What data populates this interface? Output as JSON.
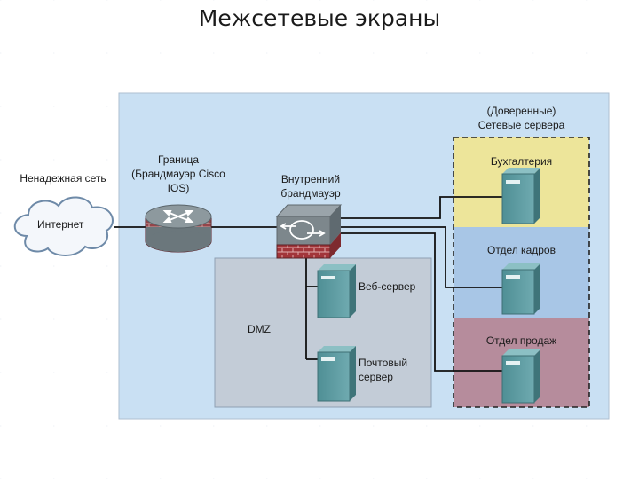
{
  "title": "Межсетевые экраны",
  "labels": {
    "untrusted": "Ненадежная сеть",
    "internet": "Интернет",
    "border_l1": "Граница",
    "border_l2": "(Брандмауэр Cisco",
    "border_l3": "IOS)",
    "internal_l1": "Внутренний",
    "internal_l2": "брандмауэр",
    "trusted_l1": "(Доверенные)",
    "trusted_l2": "Сетевые сервера",
    "accounting": "Бухгалтерия",
    "hr": "Отдел кадров",
    "sales": "Отдел продаж",
    "dmz": "DMZ",
    "web": "Веб-сервер",
    "mail_l1": "Почтовый",
    "mail_l2": "сервер"
  },
  "colors": {
    "network_area": "#c9e0f3",
    "dmz_area": "#c3ccd7",
    "accounting_zone": "#ede59a",
    "hr_zone": "#a8c6e6",
    "sales_zone": "#b68c9c",
    "server": "#5b9ba0",
    "router": "#6b777c",
    "firewall_brick": "#a2353a"
  },
  "icons": {
    "internet": "cloud-icon",
    "border_device": "router-icon",
    "internal_device": "firewall-icon",
    "servers": "server-icon"
  }
}
